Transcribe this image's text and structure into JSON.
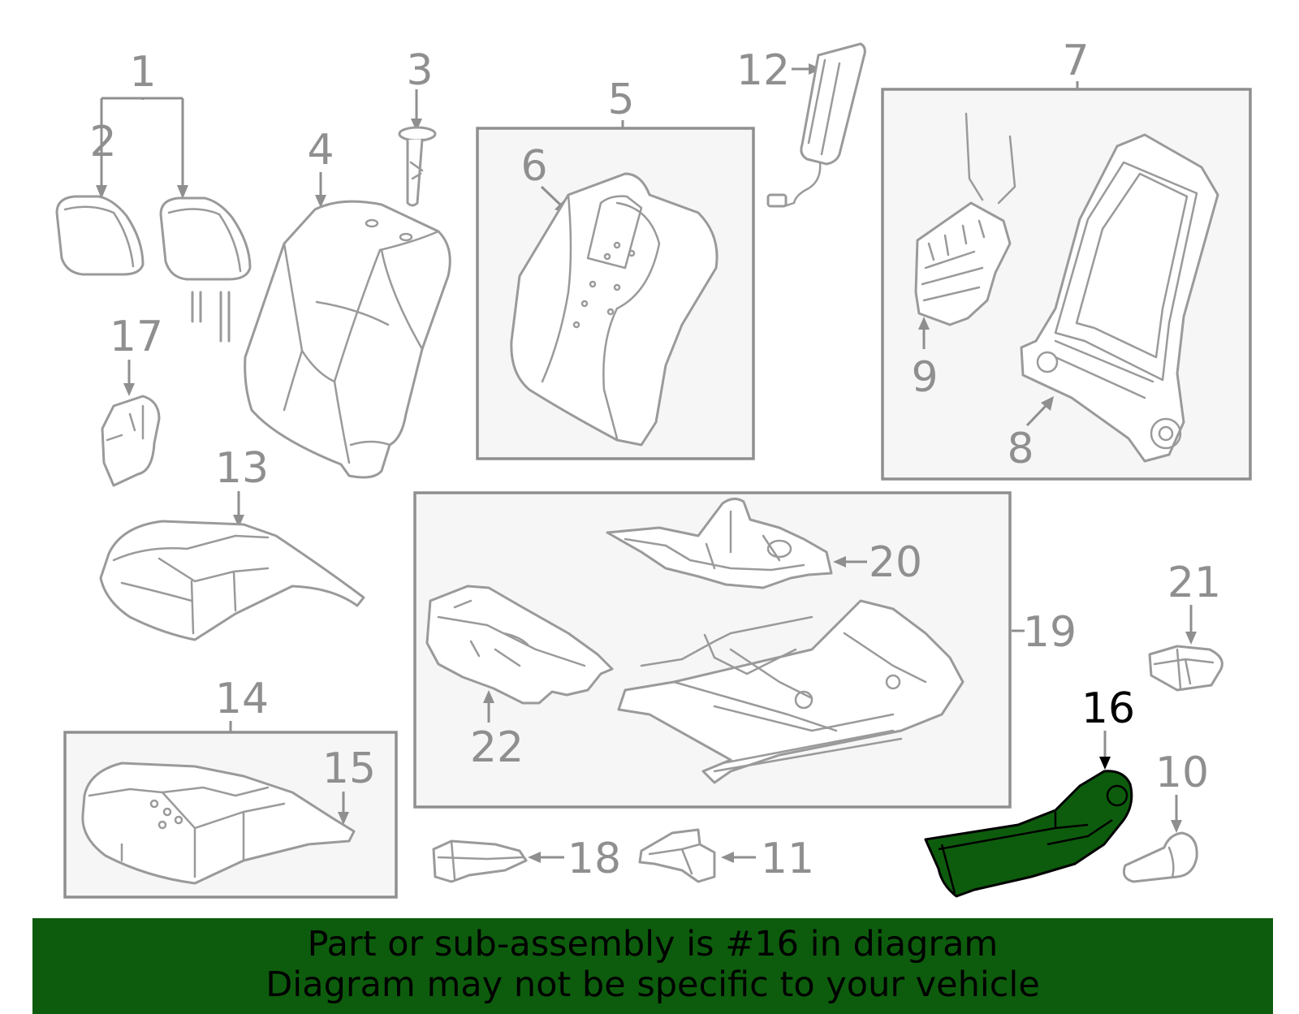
{
  "diagram": {
    "labels": [
      "1",
      "2",
      "3",
      "4",
      "5",
      "6",
      "7",
      "8",
      "9",
      "10",
      "11",
      "12",
      "13",
      "14",
      "15",
      "16",
      "17",
      "18",
      "19",
      "20",
      "21",
      "22"
    ],
    "highlighted_part": "16",
    "highlight_color": "#0d5c0d",
    "label_color": "#8f8f8f"
  },
  "banner": {
    "line1": "Part or sub-assembly is #16 in diagram",
    "line2": "Diagram may not be specific to your vehicle",
    "background": "#0d5c0d"
  }
}
